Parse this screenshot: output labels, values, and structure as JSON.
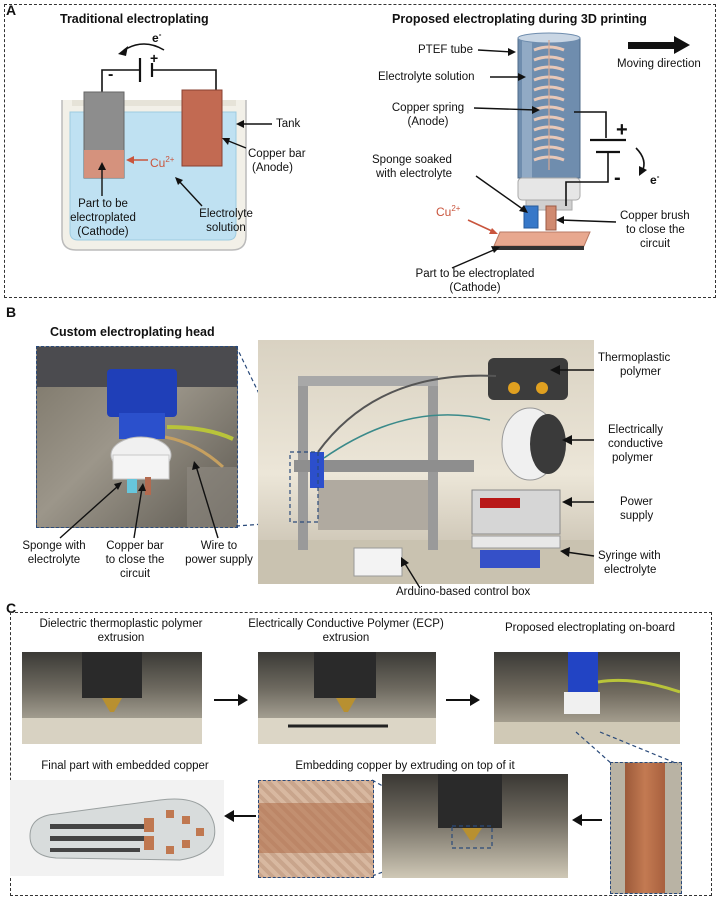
{
  "panel_a": {
    "letter": "A",
    "trad_title": "Traditional electroplating",
    "prop_title": "Proposed electroplating during 3D printing",
    "e_left": "e-",
    "cu_left": "Cu2+",
    "tank": "Tank",
    "copper_bar_1": "Copper bar",
    "copper_bar_2": "(Anode)",
    "part_1": "Part to be",
    "part_2": "electroplated",
    "part_3": "(Cathode)",
    "electrolyte_1": "Electrolyte",
    "electrolyte_2": "solution",
    "ptef": "PTEF tube",
    "electrolyte_sol": "Electrolyte solution",
    "spring_1": "Copper spring",
    "spring_2": "(Anode)",
    "sponge_1": "Sponge soaked",
    "sponge_2": "with electrolyte",
    "cu_right": "Cu2+",
    "brush_1": "Copper brush",
    "brush_2": "to close the",
    "brush_3": "circuit",
    "part_r_1": "Part to be electroplated",
    "part_r_2": "(Cathode)",
    "moving": "Moving direction",
    "e_right": "e-",
    "plus": "+",
    "minus": "-"
  },
  "panel_b": {
    "letter": "B",
    "head_title": "Custom electroplating head",
    "sponge_1": "Sponge with",
    "sponge_2": "electrolyte",
    "copperbar_1": "Copper bar",
    "copperbar_2": "to close the",
    "copperbar_3": "circuit",
    "wire_1": "Wire to",
    "wire_2": "power supply",
    "thermo_1": "Thermoplastic",
    "thermo_2": "polymer",
    "ecp_1": "Electrically",
    "ecp_2": "conductive",
    "ecp_3": "polymer",
    "power_1": "Power",
    "power_2": "supply",
    "syringe_1": "Syringe with",
    "syringe_2": "electrolyte",
    "arduino": "Arduino-based control box"
  },
  "panel_c": {
    "letter": "C",
    "step1_1": "Dielectric thermoplastic polymer",
    "step1_2": "extrusion",
    "step2_1": "Electrically Conductive Polymer (ECP)",
    "step2_2": "extrusion",
    "step3": "Proposed electroplating on-board",
    "step4": "Embedding copper by extruding on top of it",
    "step5": "Final part with embedded copper"
  }
}
